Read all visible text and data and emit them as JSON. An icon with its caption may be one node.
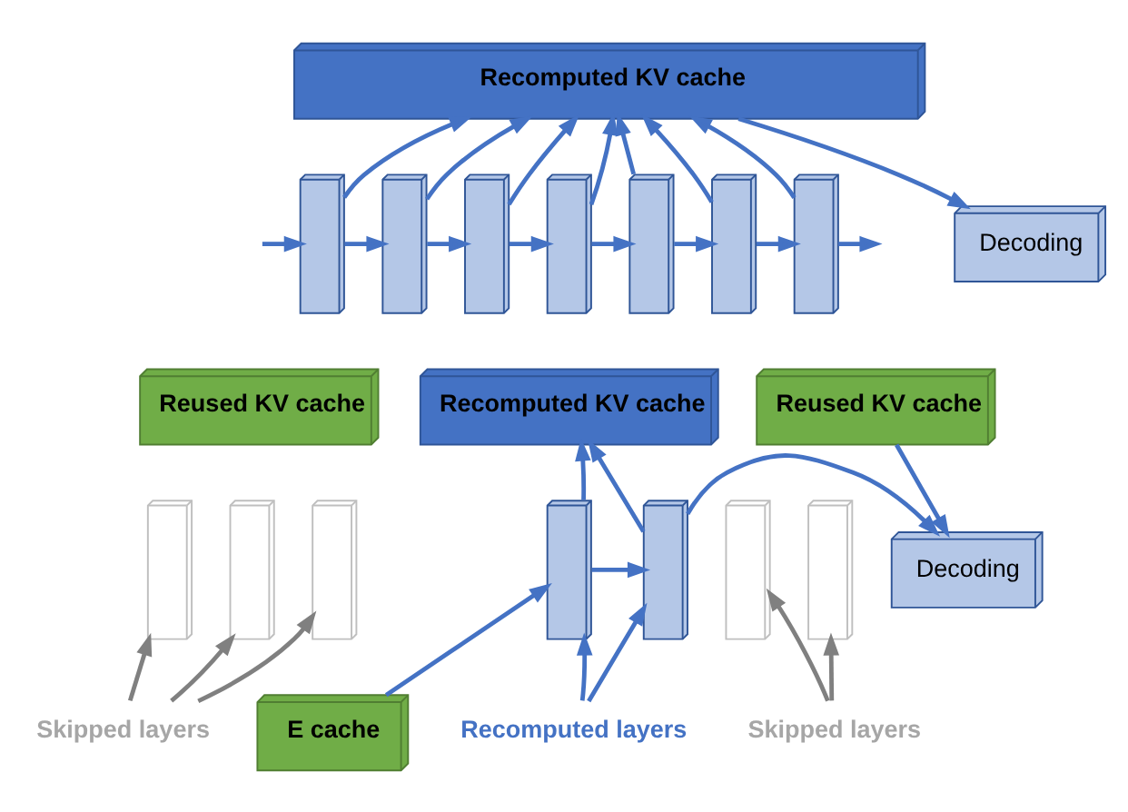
{
  "diagram": {
    "nodes": [
      {
        "text": [
          "Recomputed KV cache"
        ]
      },
      {
        "text": [],
        "shape": "box"
      },
      {
        "text": [],
        "shape": "box"
      },
      {
        "text": [],
        "shape": "box"
      },
      {
        "text": [],
        "shape": "box"
      },
      {
        "text": [],
        "shape": "box"
      },
      {
        "text": [],
        "shape": "box"
      },
      {
        "text": [],
        "shape": "box"
      },
      {
        "text": [
          "Decoding"
        ]
      },
      {
        "text": [
          "Reused KV cache"
        ]
      },
      {
        "text": [
          "Recomputed KV cache"
        ]
      },
      {
        "text": [
          "Reused KV cache"
        ]
      },
      {
        "text": [],
        "shape": "box"
      },
      {
        "text": [],
        "shape": "box"
      },
      {
        "text": [],
        "shape": "box"
      },
      {
        "text": [],
        "shape": "box"
      },
      {
        "text": [],
        "shape": "box"
      },
      {
        "text": [],
        "shape": "box"
      },
      {
        "text": [],
        "shape": "box"
      },
      {
        "text": [
          "Decoding"
        ]
      },
      {
        "text": [
          "E cache"
        ]
      },
      {
        "text": [
          "Skipped layers"
        ]
      },
      {
        "text": [
          "Recomputed layers"
        ]
      },
      {
        "text": [
          "Skipped layers"
        ]
      }
    ],
    "edges": [
      {
        "from": null,
        "to": 1,
        "arrow": "to"
      },
      {
        "from": 1,
        "to": 2,
        "arrow": "to"
      },
      {
        "from": 2,
        "to": 3,
        "arrow": "to"
      },
      {
        "from": 3,
        "to": 4,
        "arrow": "to"
      },
      {
        "from": 4,
        "to": 5,
        "arrow": "to"
      },
      {
        "from": 5,
        "to": 6,
        "arrow": "to"
      },
      {
        "from": 6,
        "to": 7,
        "arrow": "to"
      },
      {
        "from": 7,
        "to": null,
        "arrow": "to"
      },
      {
        "from": 1,
        "to": 0,
        "arrow": "to"
      },
      {
        "from": 2,
        "to": 0,
        "arrow": "to"
      },
      {
        "from": 3,
        "to": 0,
        "arrow": "to"
      },
      {
        "from": 4,
        "to": 0,
        "arrow": "to"
      },
      {
        "from": 5,
        "to": 0,
        "arrow": "to"
      },
      {
        "from": 6,
        "to": 0,
        "arrow": "to"
      },
      {
        "from": 7,
        "to": 0,
        "arrow": "to"
      },
      {
        "from": 0,
        "to": 8,
        "arrow": "to"
      },
      {
        "from": 20,
        "to": 15,
        "arrow": "to"
      },
      {
        "from": 15,
        "to": 16,
        "arrow": "to"
      },
      {
        "from": 16,
        "to": 19,
        "arrow": "to"
      },
      {
        "from": 15,
        "to": 10,
        "arrow": "to"
      },
      {
        "from": 16,
        "to": 10,
        "arrow": "to"
      },
      {
        "from": 11,
        "to": 19,
        "arrow": "to"
      },
      {
        "from": 21,
        "to": 12,
        "arrow": "to",
        "color": "#808080"
      },
      {
        "from": 21,
        "to": 13,
        "arrow": "to",
        "color": "#808080"
      },
      {
        "from": 21,
        "to": 14,
        "arrow": "to",
        "color": "#808080"
      },
      {
        "from": 22,
        "to": 15,
        "arrow": "to"
      },
      {
        "from": 22,
        "to": 16,
        "arrow": "to"
      },
      {
        "from": 23,
        "to": 17,
        "arrow": "to",
        "color": "#808080"
      },
      {
        "from": 23,
        "to": 18,
        "arrow": "to",
        "color": "#808080"
      }
    ]
  }
}
